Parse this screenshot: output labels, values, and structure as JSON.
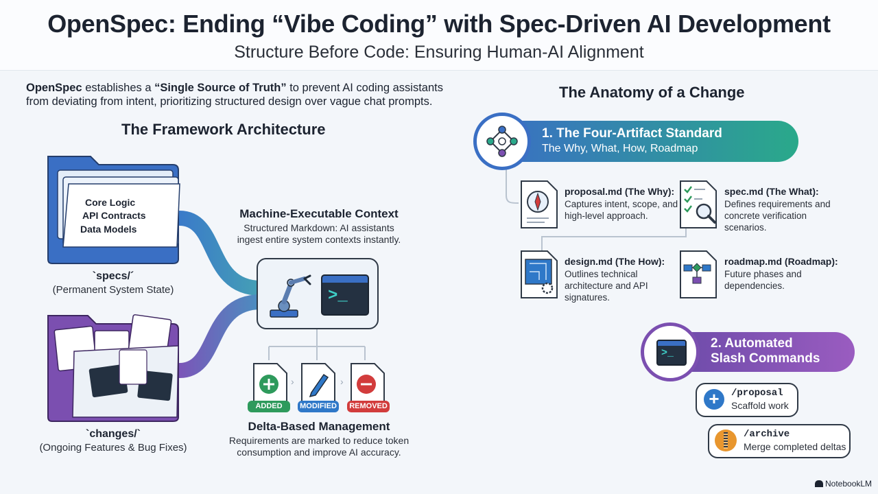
{
  "header": {
    "title": "OpenSpec: Ending “Vibe Coding” with Spec-Driven AI Development",
    "subtitle": "Structure Before Code: Ensuring Human-AI Alignment"
  },
  "intro": {
    "brand": "OpenSpec",
    "text_a": " establishes a ",
    "quote": "“Single Source of Truth”",
    "text_b": " to prevent AI coding assistants from deviating from intent, prioritizing structured design over vague chat prompts."
  },
  "architecture": {
    "heading": "The Framework Architecture",
    "specs": {
      "items": [
        "Core Logic",
        "API Contracts",
        "Data Models"
      ],
      "label": "`specs/´",
      "caption": "(Permanent System State)"
    },
    "changes": {
      "label": "`changes/`",
      "caption": "(Ongoing Features & Bug Fixes)"
    },
    "context": {
      "title": "Machine-Executable Context",
      "desc_line1": "Structured Markdown: AI assistants",
      "desc_line2": "ingest entire system contexts instantly."
    },
    "delta": {
      "badges": [
        "ADDED",
        "MODIFIED",
        "REMOVED"
      ],
      "title": "Delta-Based Management",
      "desc_line1": "Requirements are marked to reduce token",
      "desc_line2": "consumption and improve AI accuracy."
    }
  },
  "anatomy": {
    "heading": "The Anatomy of a Change",
    "stage1": {
      "title": "1. The Four-Artifact Standard",
      "subtitle": "The Why, What, How, Roadmap"
    },
    "artifacts": [
      {
        "title": "proposal.md (The Why):",
        "desc": [
          "Captures intent, scope, and",
          "high-level approach."
        ],
        "icon": "compass-document-icon"
      },
      {
        "title": "spec.md (The What):",
        "desc": [
          "Defines requirements and",
          "concrete verification",
          "scenarios."
        ],
        "icon": "checklist-magnifier-icon"
      },
      {
        "title": "design.md (The How):",
        "desc": [
          "Outlines technical",
          "architecture and API",
          "signatures."
        ],
        "icon": "blueprint-gear-icon"
      },
      {
        "title": "roadmap.md (Roadmap):",
        "desc": [
          "Future phases and",
          "dependencies."
        ],
        "icon": "flowchart-icon"
      }
    ],
    "stage2": {
      "title_line1": "2. Automated",
      "title_line2": "Slash Commands"
    },
    "commands": [
      {
        "name": "/proposal",
        "desc": "Scaffold work"
      },
      {
        "name": "/archive",
        "desc": "Merge completed deltas"
      }
    ]
  },
  "footer": {
    "brand": "NotebookLM"
  },
  "colors": {
    "blue": "#3a6fc4",
    "teal": "#2aa98a",
    "purple": "#7b4fb0",
    "added": "#2e9a5c",
    "modified": "#2f78c8",
    "removed": "#d23c3c"
  }
}
